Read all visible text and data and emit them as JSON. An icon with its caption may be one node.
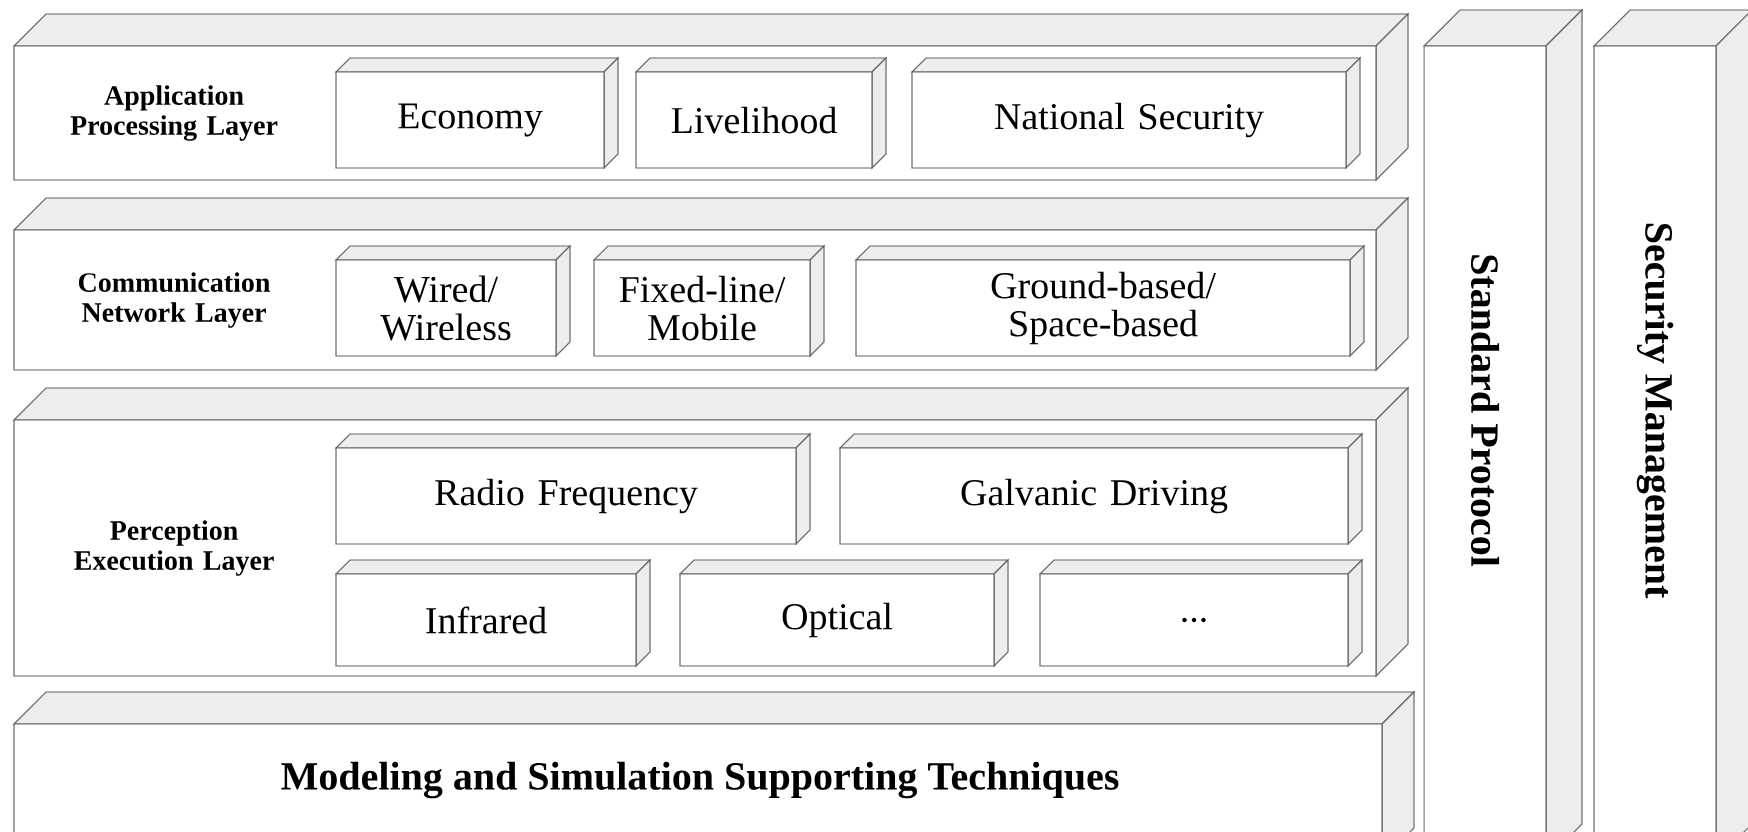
{
  "diagram": {
    "nodes": [
      {
        "text": [
          "Application Processing Layer"
        ]
      },
      {
        "text": [
          "Economy"
        ],
        "in": 0
      },
      {
        "text": [
          "Livelihood"
        ],
        "in": 0
      },
      {
        "text": [
          "National Security"
        ],
        "in": 0
      },
      {
        "text": [
          "Communication Network Layer"
        ]
      },
      {
        "text": [
          "Wired/ Wireless"
        ],
        "in": 4
      },
      {
        "text": [
          "Fixed-line/ Mobile"
        ],
        "in": 4
      },
      {
        "text": [
          "Ground-based/ Space-based"
        ],
        "in": 4
      },
      {
        "text": [
          "Perception Execution Layer"
        ]
      },
      {
        "text": [
          "Radio Frequency"
        ],
        "in": 8
      },
      {
        "text": [
          "Galvanic Driving"
        ],
        "in": 8
      },
      {
        "text": [
          "Infrared"
        ],
        "in": 8
      },
      {
        "text": [
          "Optical"
        ],
        "in": 8
      },
      {
        "text": [
          "..."
        ],
        "in": 8
      },
      {
        "text": [
          "Modeling and Simulation Supporting Techniques"
        ]
      },
      {
        "text": [
          "Standard Protocol"
        ]
      },
      {
        "text": [
          "Security Management"
        ]
      }
    ]
  }
}
